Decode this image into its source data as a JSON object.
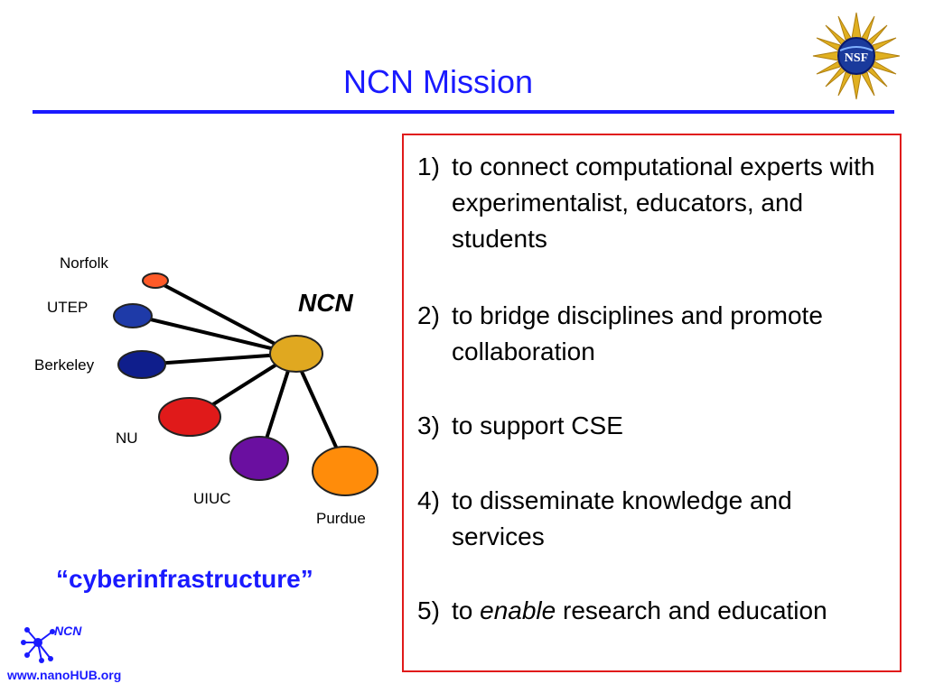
{
  "slide": {
    "title": "NCN Mission",
    "caption": "“cyberinfrastructure”"
  },
  "logos": {
    "nsf_text": "NSF",
    "footer_ncn": "NCN",
    "footer_url": "www.nanoHUB.org"
  },
  "diagram": {
    "hub_label": "NCN",
    "nodes": [
      {
        "label": "Norfolk",
        "color": "#ff5a28"
      },
      {
        "label": "UTEP",
        "color": "#1e3aa8"
      },
      {
        "label": "Berkeley",
        "color": "#0f1e8c"
      },
      {
        "label": "NU",
        "color": "#e01a1a"
      },
      {
        "label": "UIUC",
        "color": "#6a0fa0"
      },
      {
        "label": "Purdue",
        "color": "#ff8c0a"
      }
    ],
    "hub_color": "#e0a820"
  },
  "mission": {
    "items": [
      {
        "num": "1)",
        "text": "to connect computational experts with experimentalist, educators, and students"
      },
      {
        "num": "2)",
        "text": "to bridge disciplines and promote collaboration"
      },
      {
        "num": "3)",
        "text": "to support CSE"
      },
      {
        "num": "4)",
        "text": "to disseminate knowledge and services"
      },
      {
        "num": "5)",
        "text_pre": "to ",
        "text_em": "enable",
        "text_post": " research and education"
      }
    ]
  },
  "colors": {
    "title_blue": "#1a1aff",
    "box_red": "#e01a1a"
  }
}
